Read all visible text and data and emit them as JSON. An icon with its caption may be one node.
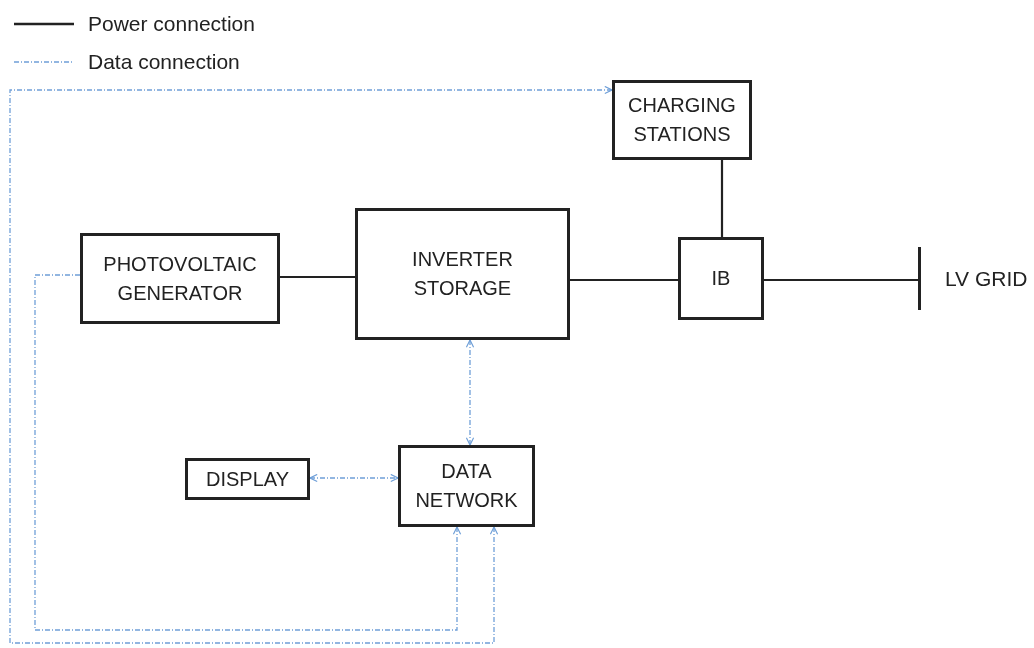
{
  "diagram": {
    "nodes": [
      {
        "text": [
          "CHARGING STATIONS"
        ]
      },
      {
        "text": [
          "PHOTOVOLTAIC GENERATOR"
        ]
      },
      {
        "text": [
          "INVERTER STORAGE"
        ]
      },
      {
        "text": [
          "IB"
        ]
      },
      {
        "text": [
          "LV GRID"
        ]
      },
      {
        "text": [
          "DISPLAY"
        ]
      },
      {
        "text": [
          "DATA NETWORK"
        ]
      }
    ],
    "edges": [
      {
        "from": 1,
        "to": 2,
        "arrow": "none"
      },
      {
        "from": 2,
        "to": 3,
        "arrow": "none"
      },
      {
        "from": 3,
        "to": 0,
        "arrow": "none"
      },
      {
        "from": 3,
        "to": 4,
        "arrow": "none"
      },
      {
        "from": 2,
        "to": 6,
        "arrow": "both",
        "style": "dashed",
        "color": "#6f9fd8"
      },
      {
        "from": 5,
        "to": 6,
        "arrow": "both",
        "style": "dashed",
        "color": "#6f9fd8"
      },
      {
        "from": 1,
        "to": 6,
        "arrow": "to",
        "style": "dashed",
        "color": "#6f9fd8"
      },
      {
        "from": 6,
        "to": 0,
        "arrow": "both",
        "style": "dashed",
        "color": "#6f9fd8"
      }
    ],
    "legend": [
      {
        "text": "Power connection"
      },
      {
        "text": "Data connection"
      }
    ]
  }
}
